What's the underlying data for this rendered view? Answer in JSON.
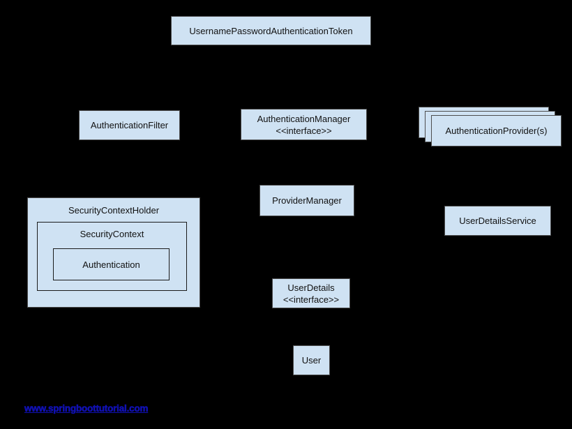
{
  "diagram": {
    "title_hint": "Spring Security authentication class diagram",
    "boxes": {
      "token": {
        "label": "UsernamePasswordAuthenticationToken"
      },
      "authentication_filter": {
        "label": "AuthenticationFilter"
      },
      "authentication_manager": {
        "line1": "AuthenticationManager",
        "line2": "<<interface>>"
      },
      "authentication_providers": {
        "label": "AuthenticationProvider(s)"
      },
      "provider_manager": {
        "label": "ProviderManager"
      },
      "user_details_service": {
        "label": "UserDetailsService"
      },
      "security_context_holder": {
        "label": "SecurityContextHolder"
      },
      "security_context": {
        "label": "SecurityContext"
      },
      "authentication": {
        "label": "Authentication"
      },
      "user_details": {
        "line1": "UserDetails",
        "line2": "<<interface>>"
      },
      "user": {
        "label": "User"
      }
    }
  },
  "footer": {
    "link_text": "www.springboottutorial.com"
  },
  "colors": {
    "background": "#000000",
    "box_fill": "#cfe2f3",
    "box_border": "#4d4d4d",
    "text": "#111111",
    "link": "#1010b0"
  }
}
